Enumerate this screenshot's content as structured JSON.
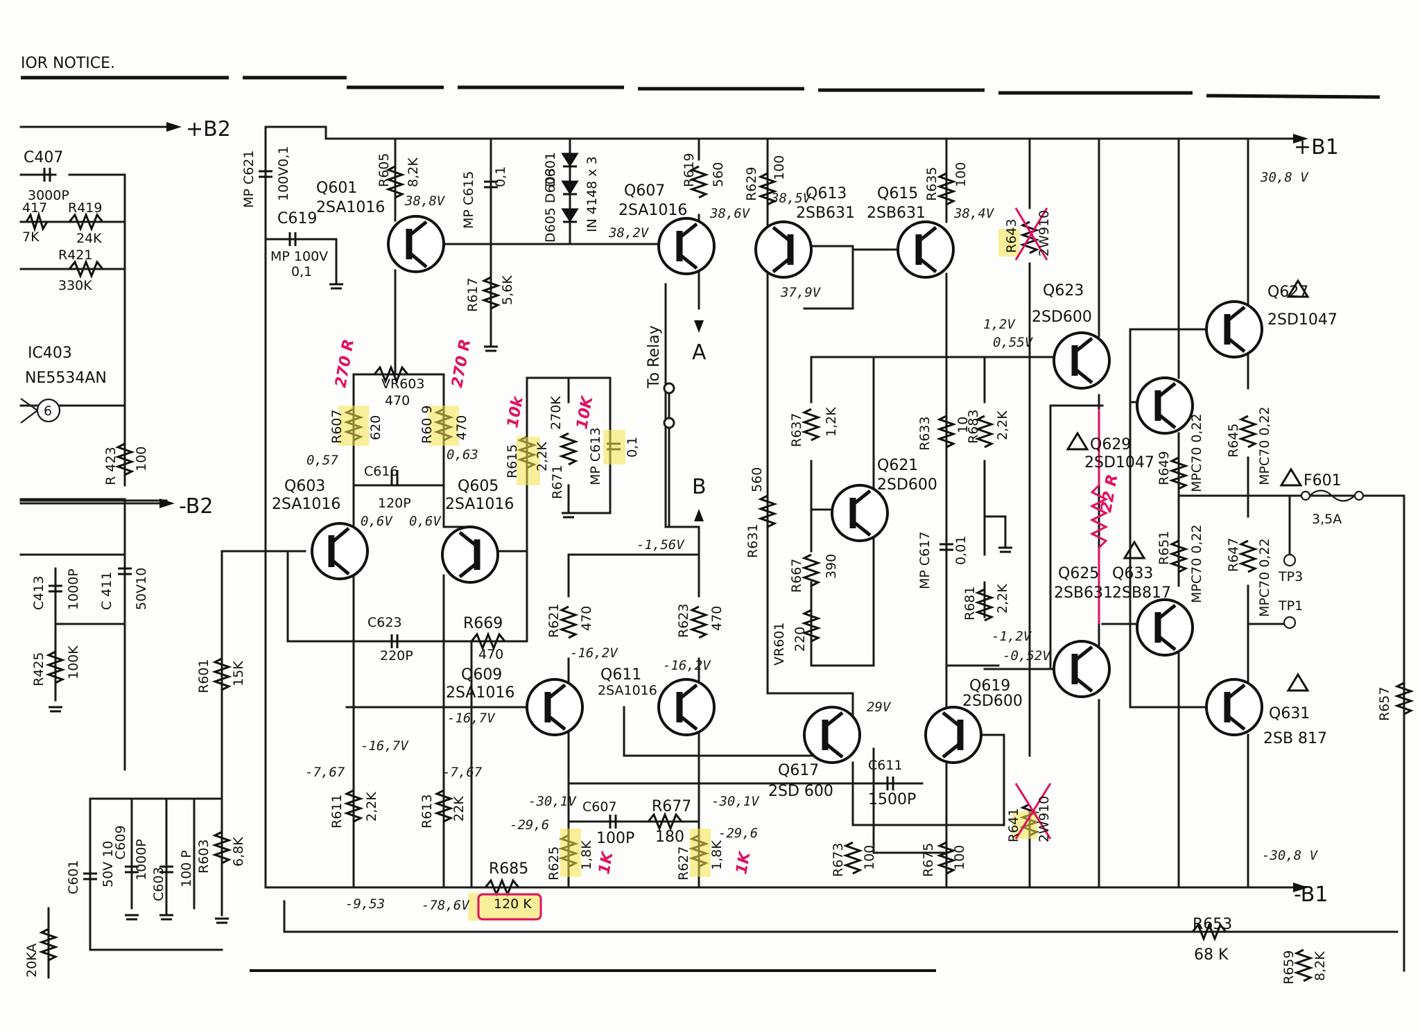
{
  "header": {
    "notice": "IOR NOTICE."
  },
  "rails": {
    "b2_pos": "+B2",
    "b2_neg": "-B2",
    "b1_pos": "+B1",
    "b1_neg": "-B1",
    "b1_pos_v": "30,8 V",
    "b1_neg_v": "-30,8 V"
  },
  "points": {
    "a": "A",
    "b": "B",
    "to_relay": "To Relay",
    "tp3": "TP3",
    "tp1": "TP1"
  },
  "transistors": {
    "q601": {
      "ref": "Q601",
      "type": "2SA1016"
    },
    "q603": {
      "ref": "Q603",
      "type": "2SA1016"
    },
    "q605": {
      "ref": "Q605",
      "type": "2SA1016"
    },
    "q607": {
      "ref": "Q607",
      "type": "2SA1016"
    },
    "q609": {
      "ref": "Q609",
      "type": "2SA1016"
    },
    "q611": {
      "ref": "Q611",
      "type": "2SA1016"
    },
    "q613": {
      "ref": "Q613",
      "type": "2SB631"
    },
    "q615": {
      "ref": "Q615",
      "type": "2SB631"
    },
    "q617": {
      "ref": "Q617",
      "type": "2SD 600"
    },
    "q619": {
      "ref": "Q619",
      "type": "2SD600"
    },
    "q621": {
      "ref": "Q621",
      "type": "2SD600"
    },
    "q623": {
      "ref": "Q623",
      "type": "2SD600"
    },
    "q625": {
      "ref": "Q625",
      "type": "2SB631"
    },
    "q627": {
      "ref": "Q627",
      "type": "2SD1047"
    },
    "q629": {
      "ref": "Q629",
      "type": "2SD1047"
    },
    "q631": {
      "ref": "Q631",
      "type": "2SB 817"
    },
    "q633": {
      "ref": "Q633",
      "type": "2SB817"
    }
  },
  "ic": {
    "ref": "IC403",
    "type": "NE5534AN",
    "pin": "6"
  },
  "resistors": {
    "r417": {
      "ref": "417",
      "val": "7K"
    },
    "r419": {
      "ref": "R419",
      "val": "24K"
    },
    "r421": {
      "ref": "R421",
      "val": "330K"
    },
    "r423": {
      "ref": "R 423",
      "val": "100"
    },
    "r425": {
      "ref": "R425",
      "val": "100K"
    },
    "r601": {
      "ref": "R601",
      "val": "15K"
    },
    "r603": {
      "ref": "R603",
      "val": "6,8K"
    },
    "r605": {
      "ref": "R605",
      "val": "8,2K"
    },
    "r607": {
      "ref": "R607",
      "val": "620"
    },
    "r609": {
      "ref": "R60 9",
      "val": "470"
    },
    "r611": {
      "ref": "R611",
      "val": "2,2K"
    },
    "r613": {
      "ref": "R613",
      "val": "22K"
    },
    "r615": {
      "ref": "R615",
      "val": "2,2K"
    },
    "r617": {
      "ref": "R617",
      "val": "5,6K"
    },
    "r619": {
      "ref": "R619",
      "val": "560"
    },
    "r621": {
      "ref": "R621",
      "val": "470"
    },
    "r623": {
      "ref": "R623",
      "val": "470"
    },
    "r625": {
      "ref": "R625",
      "val": "1,8K"
    },
    "r627": {
      "ref": "R627",
      "val": "1,8K"
    },
    "r629": {
      "ref": "R629",
      "val": "100"
    },
    "r631": {
      "ref": "R631",
      "val": "560"
    },
    "r633": {
      "ref": "R633",
      "val": "10"
    },
    "r635": {
      "ref": "R635",
      "val": "100"
    },
    "r637": {
      "ref": "R637",
      "val": "1,2K"
    },
    "r641": {
      "ref": "R641",
      "val": "2W910"
    },
    "r643": {
      "ref": "R643",
      "val": "2W910"
    },
    "r645": {
      "ref": "R645",
      "val": "MPC70 0,22"
    },
    "r647": {
      "ref": "R647",
      "val": "MPC70 0,22"
    },
    "r649": {
      "ref": "R649",
      "val": "MPC70 0,22"
    },
    "r651": {
      "ref": "R651",
      "val": "MPC70 0,22"
    },
    "r653": {
      "ref": "R653",
      "val": "68 K"
    },
    "r657": {
      "ref": "R657",
      "val": ""
    },
    "r659": {
      "ref": "R659",
      "val": "8,2K"
    },
    "r667": {
      "ref": "R667",
      "val": "390"
    },
    "r669": {
      "ref": "R669",
      "val": "470"
    },
    "r671": {
      "ref": "R671",
      "val": "270K"
    },
    "r673": {
      "ref": "R673",
      "val": "100"
    },
    "r675": {
      "ref": "R675",
      "val": "100"
    },
    "r677": {
      "ref": "R677",
      "val": "180"
    },
    "r681": {
      "ref": "R681",
      "val": "2,2K"
    },
    "r683": {
      "ref": "R683",
      "val": "2,2K"
    },
    "r685": {
      "ref": "R685",
      "val": "120 K"
    },
    "vr601": {
      "ref": "VR601",
      "val": "220"
    },
    "vr603": {
      "ref": "VR603",
      "val": "470"
    },
    "pot": {
      "val": "20KA"
    }
  },
  "capacitors": {
    "c407": {
      "ref": "C407",
      "val": "3000P"
    },
    "c411": {
      "ref": "C 411",
      "val": "50V10"
    },
    "c413": {
      "ref": "C413",
      "val": "1000P"
    },
    "c601": {
      "ref": "C601",
      "val": "50V 10"
    },
    "c603": {
      "ref": "C603",
      "val": "100 P"
    },
    "c607": {
      "ref": "C607",
      "val": "100P"
    },
    "c609": {
      "ref": "C609",
      "val": "1000P"
    },
    "c611": {
      "ref": "C611",
      "val": "1500P"
    },
    "c613": {
      "ref": "MP C613",
      "val": "0,1"
    },
    "c615": {
      "ref": "MP C615",
      "val": "0,1"
    },
    "c616": {
      "ref": "C616",
      "val": "120P"
    },
    "c617": {
      "ref": "MP C617",
      "val": "0,01"
    },
    "c619": {
      "ref": "C619",
      "val": "MP 100V",
      "val2": "0,1"
    },
    "c621": {
      "ref": "MP C621",
      "val": "100V0,1"
    },
    "c623": {
      "ref": "C623",
      "val": "220P"
    }
  },
  "diodes": {
    "ref_top": "D601",
    "ref_bot": "D605 D603",
    "val": "IN 4148 x 3"
  },
  "fuse": {
    "ref": "F601",
    "val": "3,5A"
  },
  "voltages": {
    "v_q601": "38,8V",
    "v_q607e": "38,6V",
    "v_q607b": "38,2V",
    "v_q613": "38,5V",
    "v_q615": "38,4V",
    "v_q613b": "37,9V",
    "v_q603": "0,57",
    "v_q605": "0,63",
    "v_q603e": "0,6V",
    "v_q605e": "0,6V",
    "v_156": "-1,56V",
    "v_162a": "-16,2V",
    "v_162b": "-16,2V",
    "v_167a": "-16,7V",
    "v_167b": "-16,7V",
    "v_767a": "-7,67",
    "v_767b": "-7,67",
    "v_953": "-9,53",
    "v_786": "-78,6V",
    "v_296a": "-29,6",
    "v_296b": "-29,6",
    "v_301": "-30,1V",
    "v_301b": "-30,1V",
    "v_12a": "1,2V",
    "v_055": "0,55V",
    "v_12b": "-1,2V",
    "v_052": "-0,52V",
    "v_29": "29V"
  },
  "annotations": {
    "r607_new": "270 R",
    "r609_new": "270 R",
    "r615_new": "10k",
    "r671_new": "10K",
    "r625_new": "1K",
    "r627_new": "1K",
    "q629_new": "22 R"
  },
  "colors": {
    "ink": "#111111",
    "annotation": "#e01060",
    "highlight": "#f6e34a"
  }
}
